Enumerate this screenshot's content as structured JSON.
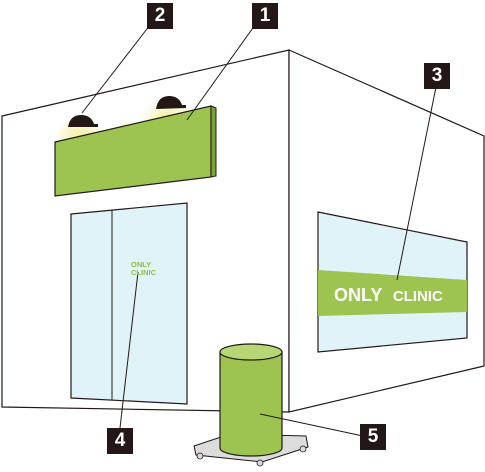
{
  "callouts": {
    "c1": "1",
    "c2": "2",
    "c3": "3",
    "c4": "4",
    "c5": "5"
  },
  "door_sign": {
    "line1": "ONLY",
    "line2": "CLINIC"
  },
  "window_banner": {
    "word1": "ONLY",
    "word2": "CLINIC"
  },
  "colors": {
    "sign_green": "#9dc451",
    "glass_blue": "#dff3f8",
    "outline": "#231815",
    "lamp_glow": "#f4ee9a"
  }
}
